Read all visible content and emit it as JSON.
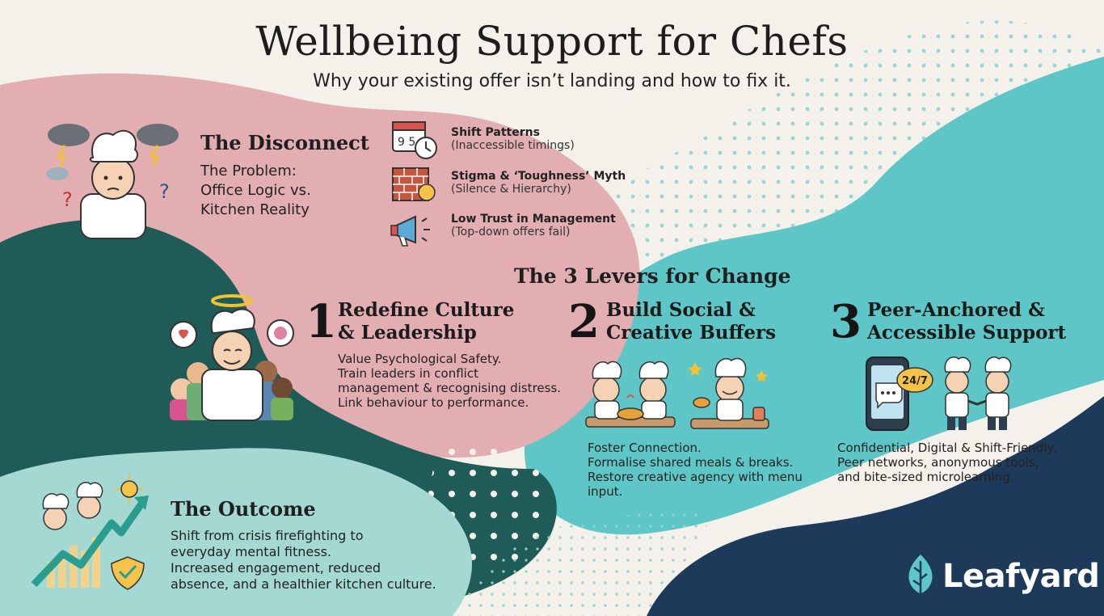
{
  "header": {
    "title": "Wellbeing Support for Chefs",
    "subtitle": "Why your existing offer isn’t landing and how to fix it."
  },
  "disconnect": {
    "heading": "The Disconnect",
    "problem_lines": [
      "The Problem:",
      "Office Logic vs.",
      "Kitchen Reality"
    ],
    "items": [
      {
        "title": "Shift Patterns",
        "sub": "(Inaccessible timings)",
        "icon": "calendar-clock-icon"
      },
      {
        "title": "Stigma & ‘Toughness’ Myth",
        "sub": "(Silence & Hierarchy)",
        "icon": "brick-wall-icon"
      },
      {
        "title": "Low Trust in Management",
        "sub": "(Top-down offers fail)",
        "icon": "megaphone-icon"
      }
    ],
    "calendar_text": "9 5"
  },
  "levers": {
    "heading": "The 3 Levers for Change",
    "items": [
      {
        "number": "1",
        "title_lines": [
          "Redefine Culture",
          "& Leadership"
        ],
        "body_lines": [
          "Value Psychological Safety.",
          "Train leaders in conflict",
          "management & recognising distress.",
          "Link behaviour to performance."
        ]
      },
      {
        "number": "2",
        "title_lines": [
          "Build Social &",
          "Creative Buffers"
        ],
        "body_lines": [
          "Foster Connection.",
          "Formalise shared meals & breaks.",
          "Restore creative agency with menu",
          "input."
        ]
      },
      {
        "number": "3",
        "title_lines": [
          "Peer-Anchored &",
          "Accessible Support"
        ],
        "body_lines": [
          "Confidential, Digital & Shift-Friendly.",
          "Peer networks, anonymous tools,",
          "and bite-sized microlearning."
        ],
        "phone_badge": "24/7"
      }
    ]
  },
  "outcome": {
    "heading": "The Outcome",
    "body_lines": [
      "Shift from crisis firefighting to",
      "everyday mental fitness.",
      "Increased engagement, reduced",
      "absence, and a healthier kitchen culture."
    ]
  },
  "brand": {
    "name": "Leafyard"
  },
  "colors": {
    "pink": "#e2aeb2",
    "dark_teal": "#1f5c58",
    "teal": "#5ec6c6",
    "light_teal": "#a4d8d3",
    "navy": "#1d3a5a",
    "cream": "#f4f1ea"
  }
}
